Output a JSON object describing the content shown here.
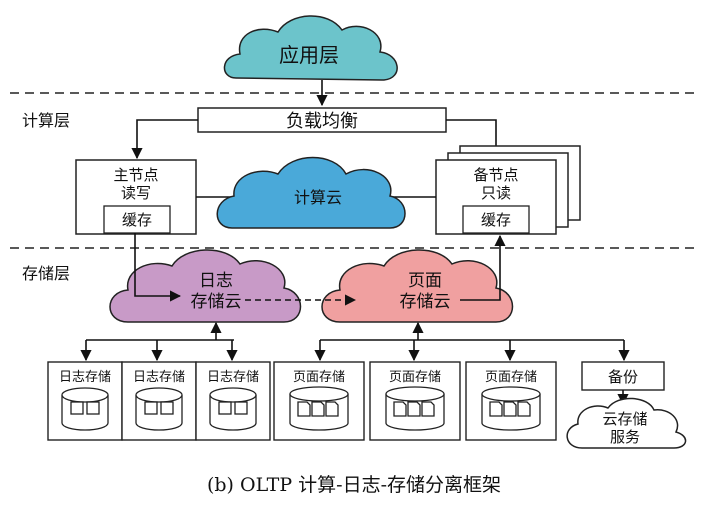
{
  "diagram": {
    "app_layer": "应用层",
    "compute_layer_label": "计算层",
    "storage_layer_label": "存储层",
    "load_balancer": "负载均衡",
    "primary_node": {
      "line1": "主节点",
      "line2": "读写",
      "cache": "缓存"
    },
    "compute_cloud": "计算云",
    "replica_node": {
      "line1": "备节点",
      "line2": "只读",
      "cache": "缓存"
    },
    "log_cloud": {
      "line1": "日志",
      "line2": "存储云"
    },
    "page_cloud": {
      "line1": "页面",
      "line2": "存储云"
    },
    "log_storage": [
      "日志存储",
      "日志存储",
      "日志存储"
    ],
    "page_storage": [
      "页面存储",
      "页面存储",
      "页面存储"
    ],
    "backup": "备份",
    "cloud_service": {
      "line1": "云存储",
      "line2": "服务"
    },
    "colors": {
      "app_cloud": "#6cc4cb",
      "compute_cloud": "#4aa9d9",
      "log_cloud": "#c89ac7",
      "page_cloud": "#f0a0a0"
    }
  },
  "caption": "(b) OLTP 计算-日志-存储分离框架"
}
